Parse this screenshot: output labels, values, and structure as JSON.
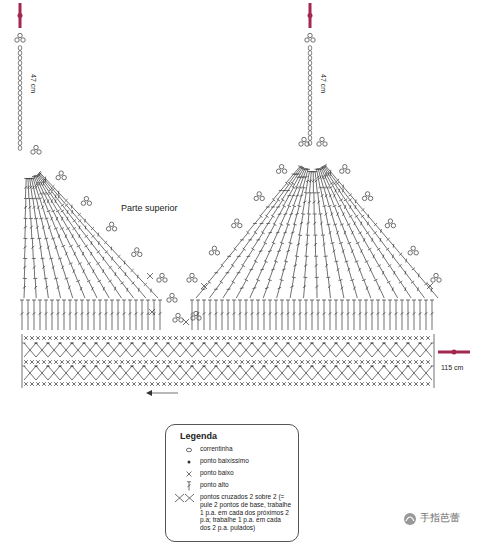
{
  "diagram": {
    "labels": [
      "47 cm",
      "47 cm",
      "Parte superior",
      "115 cm",
      "Legenda",
      "手指芭蕾"
    ],
    "legend": [
      {
        "text": "correntinha"
      },
      {
        "text": "ponto baixíssimo"
      },
      {
        "text": "ponto baixo"
      },
      {
        "text": "ponto alto"
      },
      {
        "text": "pontos cruzados 2 sobre 2 (= pule 2 pontos de base, trabalhe 1 p.a. em cada dos próximos 2 p.a; trabalhe 1 p.a. em cada dos 2 p.a. pulados)"
      }
    ]
  }
}
